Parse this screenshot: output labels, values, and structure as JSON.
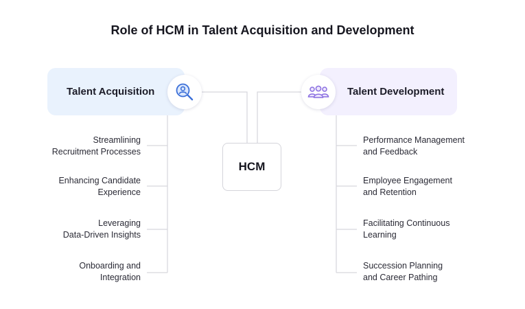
{
  "title": "Role of HCM in Talent Acquisition and Development",
  "center": {
    "label": "HCM"
  },
  "left": {
    "heading": "Talent Acquisition",
    "icon": "search-user-icon",
    "items": [
      "Streamlining\nRecruitment Processes",
      "Enhancing Candidate\nExperience",
      "Leveraging\nData-Driven Insights",
      "Onboarding and\nIntegration"
    ]
  },
  "right": {
    "heading": "Talent Development",
    "icon": "team-icon",
    "items": [
      "Performance Management\nand Feedback",
      "Employee Engagement\nand Retention",
      "Facilitating Continuous\nLearning",
      "Succession Planning\nand Career Pathing"
    ]
  },
  "colors": {
    "acquisition_bg": "#e9f2fd",
    "development_bg": "#f3f0fe",
    "acquisition_icon": "#3b6fd8",
    "development_icon": "#8a6ee0",
    "connector": "#d6d6dc"
  }
}
